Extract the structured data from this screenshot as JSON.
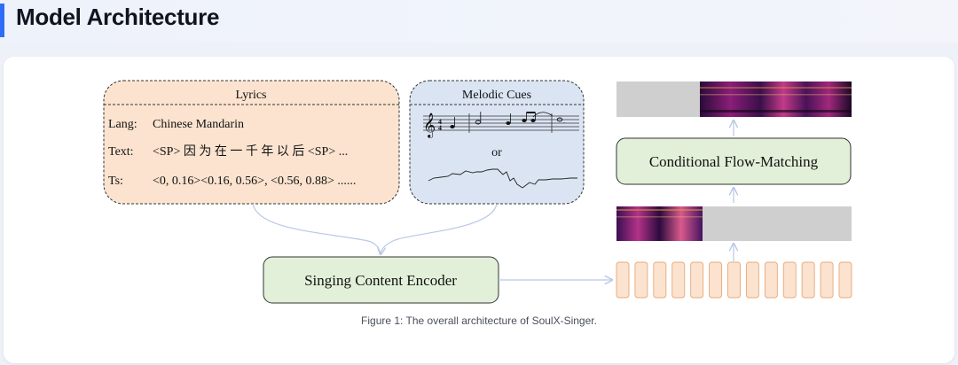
{
  "header": {
    "title": "Model Architecture",
    "accent_color": "#2f6df6"
  },
  "figure": {
    "lyrics": {
      "title": "Lyrics",
      "rows": [
        {
          "label": "Lang:",
          "value": "Chinese Mandarin"
        },
        {
          "label": "Text:",
          "value": "<SP> 因 为 在 一 千 年 以 后 <SP> ..."
        },
        {
          "label": "Ts:",
          "value": "<0, 0.16><0.16, 0.56>, <0.56, 0.88> ......"
        }
      ],
      "fill_color": "#fbe3cf"
    },
    "melodic": {
      "title": "Melodic Cues",
      "or_label": "or",
      "fill_color": "#dbe4f3"
    },
    "encoder": {
      "label": "Singing Content Encoder",
      "fill_color": "#e2f0d9"
    },
    "flow": {
      "label": "Conditional Flow-Matching",
      "fill_color": "#e2f0d9"
    },
    "token_count": 13,
    "token_fill": "#fbe3cf",
    "arrow_color": "#b9c8e6"
  },
  "caption": "Figure 1: The overall architecture of SoulX-Singer."
}
